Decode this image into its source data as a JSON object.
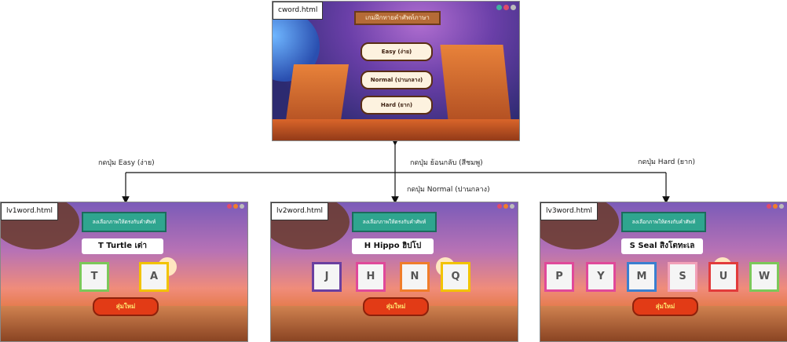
{
  "top_screen": {
    "filename": "cword.html",
    "title_banner": "เกมฝึกทายคำศัพท์ภาษา",
    "buttons": [
      "Easy (ง่าย)",
      "Normal (ปานกลาง)",
      "Hard (ยาก)"
    ]
  },
  "connectors": {
    "easy": "กดปุ่ม Easy (ง่าย)",
    "back": "กดปุ่ม ย้อนกลับ (สีชมพู)",
    "normal": "กดปุ่ม Normal (ปานกลาง)",
    "hard": "กดปุ่ม Hard (ยาก)"
  },
  "levels": [
    {
      "filename": "lv1word.html",
      "instruction": "ลงเลือกภาพให้ตรงกับคำศัพท์",
      "word": "T Turtle เต่า",
      "cards": [
        {
          "letter": "T",
          "color": "#7cc85a"
        },
        {
          "letter": "A",
          "color": "#f2c300"
        }
      ],
      "play_label": "สุ่มใหม่"
    },
    {
      "filename": "lv2word.html",
      "instruction": "ลงเลือกภาพให้ตรงกับคำศัพท์",
      "word": "H Hippo ฮิปโป",
      "cards": [
        {
          "letter": "J",
          "color": "#6a3fa0"
        },
        {
          "letter": "H",
          "color": "#e0499a"
        },
        {
          "letter": "N",
          "color": "#f07d2a"
        },
        {
          "letter": "Q",
          "color": "#f2c300"
        }
      ],
      "play_label": "สุ่มใหม่"
    },
    {
      "filename": "lv3word.html",
      "instruction": "ลงเลือกภาพให้ตรงกับคำศัพท์",
      "word": "S Seal สิงโตทะเล",
      "cards": [
        {
          "letter": "P",
          "color": "#e0499a"
        },
        {
          "letter": "Y",
          "color": "#e0499a"
        },
        {
          "letter": "M",
          "color": "#3a7fd0"
        },
        {
          "letter": "S",
          "color": "#f2a0b8"
        },
        {
          "letter": "U",
          "color": "#e23b3b"
        },
        {
          "letter": "W",
          "color": "#7cc85a"
        }
      ],
      "play_label": "สุ่มใหม่"
    }
  ]
}
